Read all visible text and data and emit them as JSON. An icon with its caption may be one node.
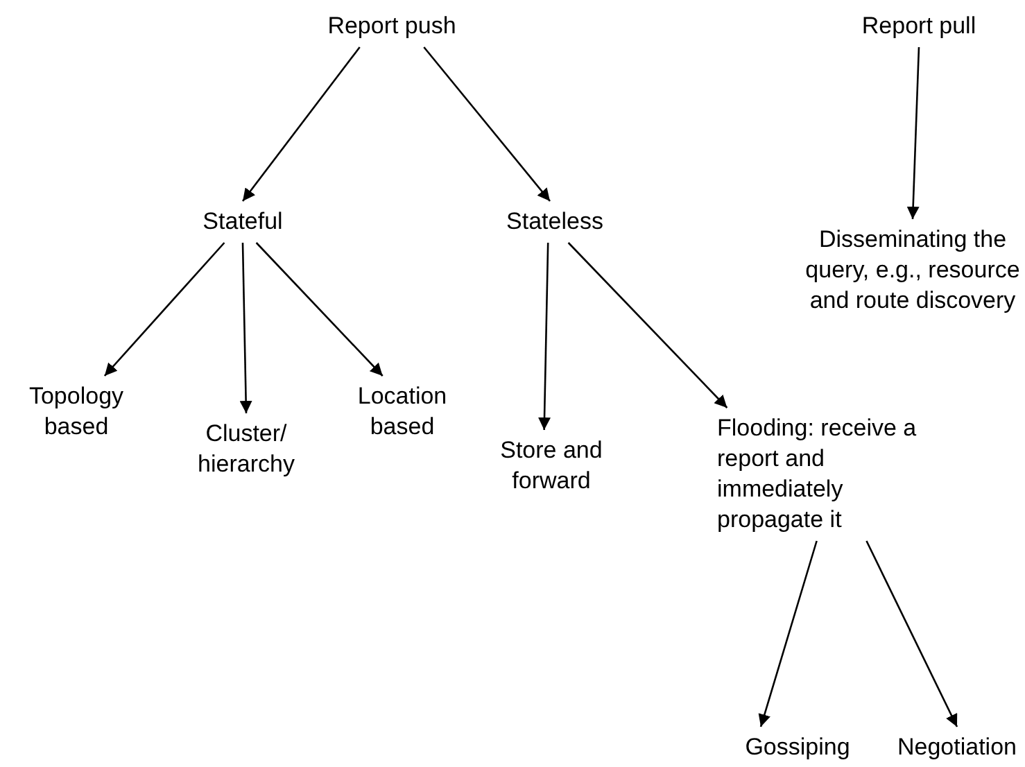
{
  "diagram": {
    "nodes": [
      {
        "text": [
          "Report push"
        ]
      },
      {
        "text": [
          "Stateful"
        ]
      },
      {
        "text": [
          "Stateless"
        ]
      },
      {
        "text": [
          "Topology based"
        ]
      },
      {
        "text": [
          "Cluster/ hierarchy"
        ]
      },
      {
        "text": [
          "Location based"
        ]
      },
      {
        "text": [
          "Store and forward"
        ]
      },
      {
        "text": [
          "Flooding: receive a report and immediately propagate it"
        ]
      },
      {
        "text": [
          "Gossiping"
        ]
      },
      {
        "text": [
          "Negotiation"
        ]
      },
      {
        "text": [
          "Report pull"
        ]
      },
      {
        "text": [
          "Disseminating the query, e.g., resource and route discovery"
        ]
      }
    ],
    "edges": [
      {
        "from": 0,
        "to": 1,
        "arrow": "to"
      },
      {
        "from": 0,
        "to": 2,
        "arrow": "to"
      },
      {
        "from": 1,
        "to": 3,
        "arrow": "to"
      },
      {
        "from": 1,
        "to": 4,
        "arrow": "to"
      },
      {
        "from": 1,
        "to": 5,
        "arrow": "to"
      },
      {
        "from": 2,
        "to": 6,
        "arrow": "to"
      },
      {
        "from": 2,
        "to": 7,
        "arrow": "to"
      },
      {
        "from": 7,
        "to": 8,
        "arrow": "to"
      },
      {
        "from": 7,
        "to": 9,
        "arrow": "to"
      },
      {
        "from": 10,
        "to": 11,
        "arrow": "to"
      }
    ]
  }
}
